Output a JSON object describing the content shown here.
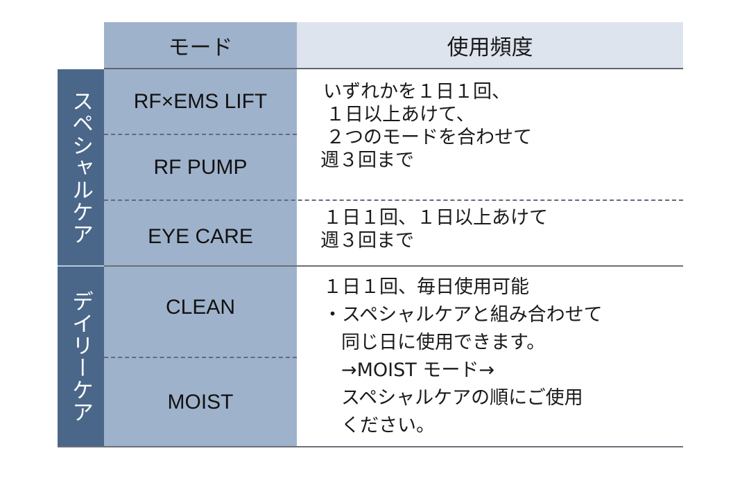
{
  "table": {
    "headers": {
      "mode": "モード",
      "frequency": "使用頻度"
    },
    "groups": [
      {
        "label": "スペシャルケア"
      },
      {
        "label": "デイリーケア"
      }
    ],
    "modes": [
      {
        "name": "RF×EMS LIFT"
      },
      {
        "name": "RF PUMP"
      },
      {
        "name": "EYE CARE"
      },
      {
        "name": "CLEAN"
      },
      {
        "name": "MOIST"
      }
    ],
    "frequencies": [
      {
        "lines": [
          "いずれかを１日１回、",
          "１日以上あけて、",
          "２つのモードを合わせて",
          "週３回まで"
        ]
      },
      {
        "lines": [
          "１日１回、１日以上あけて",
          "週３回まで"
        ]
      },
      {
        "lines": [
          "１日１回、毎日使用可能",
          "・スペシャルケアと組み合わせて",
          "同じ日に使用できます。",
          "→MOIST モード→",
          "スペシャルケアの順にご使用",
          "ください。"
        ]
      }
    ]
  },
  "colors": {
    "group_bg": "#4a6789",
    "mode_bg": "#9fb2cb",
    "header_freq_bg": "#dde4ee",
    "line": "#5e646c"
  }
}
